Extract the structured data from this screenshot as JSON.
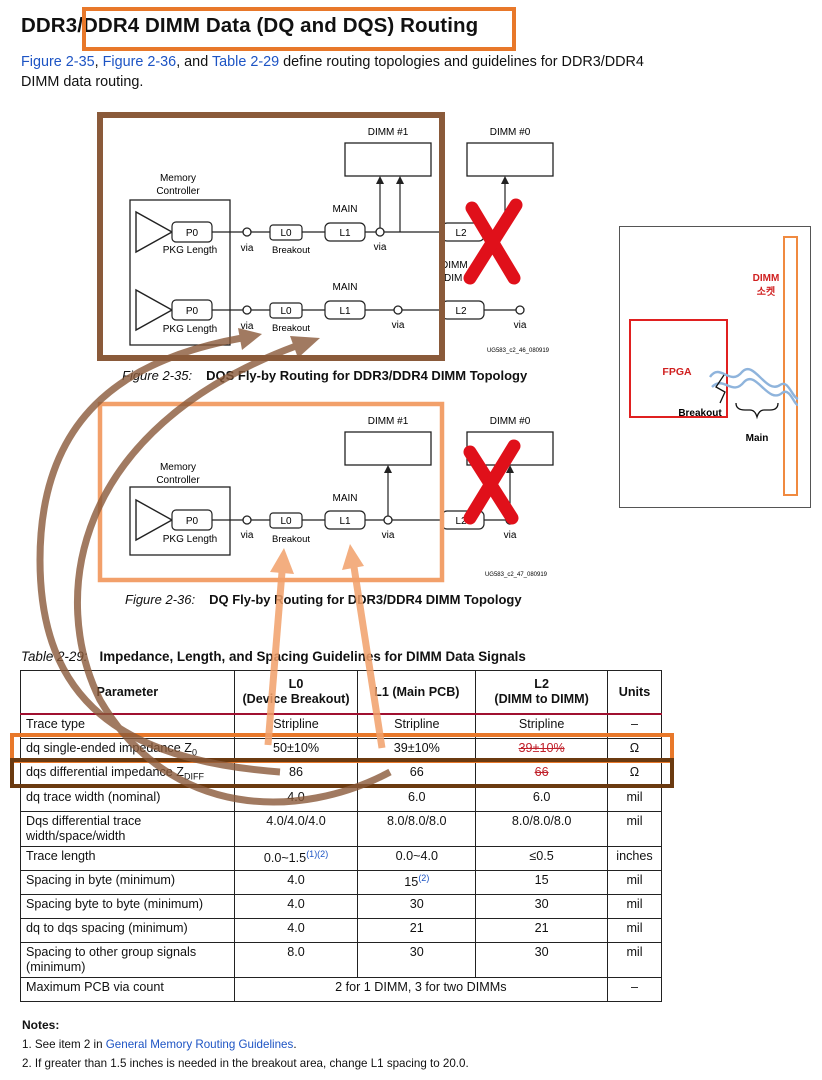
{
  "header": {
    "title": "DDR3/DDR4 DIMM Data (DQ and DQS) Routing"
  },
  "intro": {
    "link1": "Figure 2-35",
    "sep1": ", ",
    "link2": "Figure 2-36",
    "sep2": ", and ",
    "link3": "Table 2-29",
    "rest": " define routing topologies and guidelines for DDR3/DDR4 DIMM data routing."
  },
  "figure35": {
    "dimm1": "DIMM #1",
    "dimm0": "DIMM #0",
    "controller_line1": "Memory",
    "controller_line2": "Controller",
    "p0": "P0",
    "pkg": "PKG Length",
    "via": "via",
    "l0": "L0",
    "breakout": "Breakout",
    "main": "MAIN",
    "l1": "L1",
    "l2": "L2",
    "dimm_partial": "DIMM",
    "dimm_partial2": "DIM",
    "code": "UG583_c2_46_080919",
    "caption_num": "Figure 2-35:",
    "caption_text": "DQS Fly-by Routing for DDR3/DDR4 DIMM Topology"
  },
  "figure36": {
    "dimm1": "DIMM #1",
    "dimm0": "DIMM #0",
    "controller_line1": "Memory",
    "controller_line2": "Controller",
    "p0": "P0",
    "pkg": "PKG Length",
    "via": "via",
    "l0": "L0",
    "breakout": "Breakout",
    "main": "MAIN",
    "l1": "L1",
    "l2": "L2",
    "code": "UG583_c2_47_080919",
    "caption_num": "Figure 2-36:",
    "caption_text": "DQ Fly-by Routing for DDR3/DDR4 DIMM Topology"
  },
  "inset": {
    "dimm_label1": "DIMM",
    "dimm_label2": "소켓",
    "fpga": "FPGA",
    "breakout": "Breakout",
    "main": "Main"
  },
  "table": {
    "caption_num": "Table 2-29:",
    "caption_text": "Impedance, Length, and Spacing Guidelines for DIMM Data Signals",
    "headers": {
      "param": "Parameter",
      "l0_a": "L0",
      "l0_b": "(Device Breakout)",
      "l1": "L1 (Main PCB)",
      "l2_a": "L2",
      "l2_b": "(DIMM to DIMM)",
      "units": "Units"
    },
    "rows": [
      {
        "param": "Trace type",
        "l0": "Stripline",
        "l1": "Stripline",
        "l2": "Stripline",
        "units": "–"
      },
      {
        "param": "dq single-ended impedance Z",
        "sub": "0",
        "l0": "50±10%",
        "l1": "39±10%",
        "l2": "39±10%",
        "units": "Ω"
      },
      {
        "param": "dqs differential impedance Z",
        "sub": "DIFF",
        "l0": "86",
        "l1": "66",
        "l2": "66",
        "units": "Ω"
      },
      {
        "param": "dq trace width (nominal)",
        "l0": "4.0",
        "l1": "6.0",
        "l2": "6.0",
        "units": "mil"
      },
      {
        "param": "Dqs differential trace width/space/width",
        "l0": "4.0/4.0/4.0",
        "l1": "8.0/8.0/8.0",
        "l2": "8.0/8.0/8.0",
        "units": "mil"
      },
      {
        "param": "Trace length",
        "l0": "0.0~1.5",
        "l0_sup": "(1)(2)",
        "l1": "0.0~4.0",
        "l2": "≤0.5",
        "units": "inches"
      },
      {
        "param": "Spacing in byte (minimum)",
        "l0": "4.0",
        "l1": "15",
        "l1_sup": "(2)",
        "l2": "15",
        "units": "mil"
      },
      {
        "param": "Spacing byte to byte (minimum)",
        "l0": "4.0",
        "l1": "30",
        "l2": "30",
        "units": "mil"
      },
      {
        "param": "dq to dqs spacing (minimum)",
        "l0": "4.0",
        "l1": "21",
        "l2": "21",
        "units": "mil"
      },
      {
        "param": "Spacing to other group signals (minimum)",
        "l0": "8.0",
        "l1": "30",
        "l2": "30",
        "units": "mil"
      },
      {
        "param": "Maximum PCB via count",
        "merged": "2 for 1 DIMM, 3 for two DIMMs",
        "units": "–"
      }
    ]
  },
  "notes": {
    "heading": "Notes:",
    "n1_prefix": "1.  See item 2 in ",
    "n1_link": "General Memory Routing Guidelines",
    "n1_suffix": ".",
    "n2": "2.  If greater than 1.5 inches is needed in the breakout area, change L1 spacing to 20.0."
  },
  "colors": {
    "orange": "#e8782a",
    "brown": "#8a5a3a",
    "dark_brown": "#6b3a10",
    "light_orange": "#f2a06a",
    "red_x": "#e0101a",
    "link_blue": "#1d54c4"
  }
}
